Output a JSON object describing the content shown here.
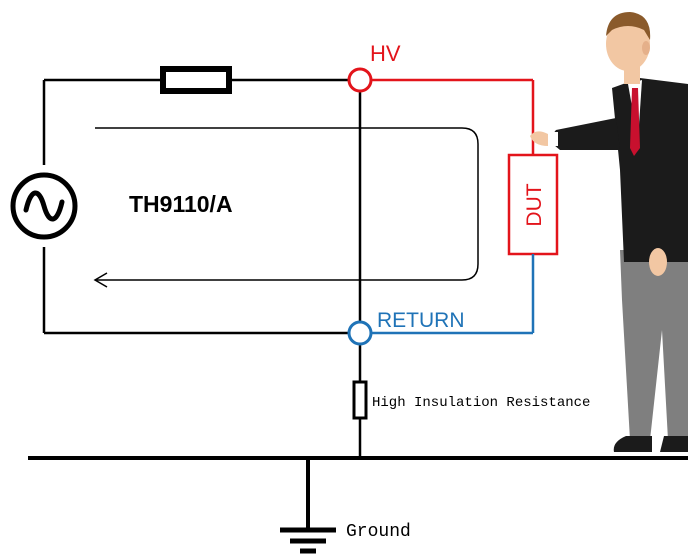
{
  "labels": {
    "hv": "HV",
    "return": "RETURN",
    "device": "TH9110/A",
    "dut": "DUT",
    "insulation": "High Insulation Resistance",
    "ground": "Ground"
  },
  "colors": {
    "hv_wire": "#e3141b",
    "return_wire": "#1f73b7",
    "wire": "#000000",
    "suit": "#1b1b1b",
    "shirt": "#ffffff",
    "tie": "#c8102e",
    "trousers": "#7f7f7f",
    "skin": "#f2c7a3",
    "hair": "#8a5a2b"
  },
  "icons": {
    "source": "ac-source-icon",
    "resistor": "resistor-icon",
    "ground": "ground-icon",
    "person": "operator-person-icon"
  }
}
